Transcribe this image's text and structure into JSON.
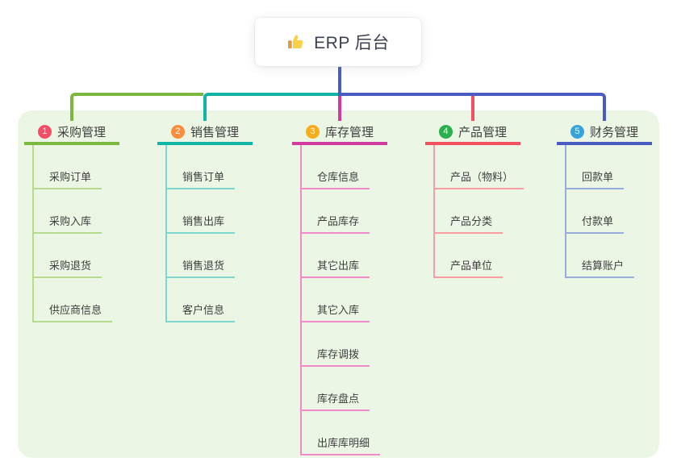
{
  "root": {
    "label": "ERP 后台",
    "icon": "thumbs-up-icon"
  },
  "branches": [
    {
      "index": "1",
      "title": "采购管理",
      "color": "#7cb83e",
      "light": "#b7db8e",
      "badge_color": "#f44d68",
      "items": [
        "采购订单",
        "采购入库",
        "采购退货",
        "供应商信息"
      ]
    },
    {
      "index": "2",
      "title": "销售管理",
      "color": "#10b5a6",
      "light": "#7ed7cc",
      "badge_color": "#fa8e3d",
      "items": [
        "销售订单",
        "销售出库",
        "销售退货",
        "客户信息"
      ]
    },
    {
      "index": "3",
      "title": "库存管理",
      "color": "#d13a9e",
      "light": "#f08cc9",
      "badge_color": "#fbac1b",
      "items": [
        "仓库信息",
        "产品库存",
        "其它出库",
        "其它入库",
        "库存调拨",
        "库存盘点",
        "出库库明细"
      ]
    },
    {
      "index": "4",
      "title": "产品管理",
      "color": "#f2525f",
      "light": "#f79da3",
      "badge_color": "#2ab04d",
      "items": [
        "产品（物料）",
        "产品分类",
        "产品单位"
      ]
    },
    {
      "index": "5",
      "title": "财务管理",
      "color": "#4a5cc2",
      "light": "#97abdc",
      "badge_color": "#38a2da",
      "items": [
        "回款单",
        "付款单",
        "结算账户"
      ]
    }
  ],
  "colors": {
    "panel": "#ebf6e5",
    "stem": "#4a5cc2",
    "text": "#3e3e3e",
    "card_bg": "#ffffff"
  }
}
